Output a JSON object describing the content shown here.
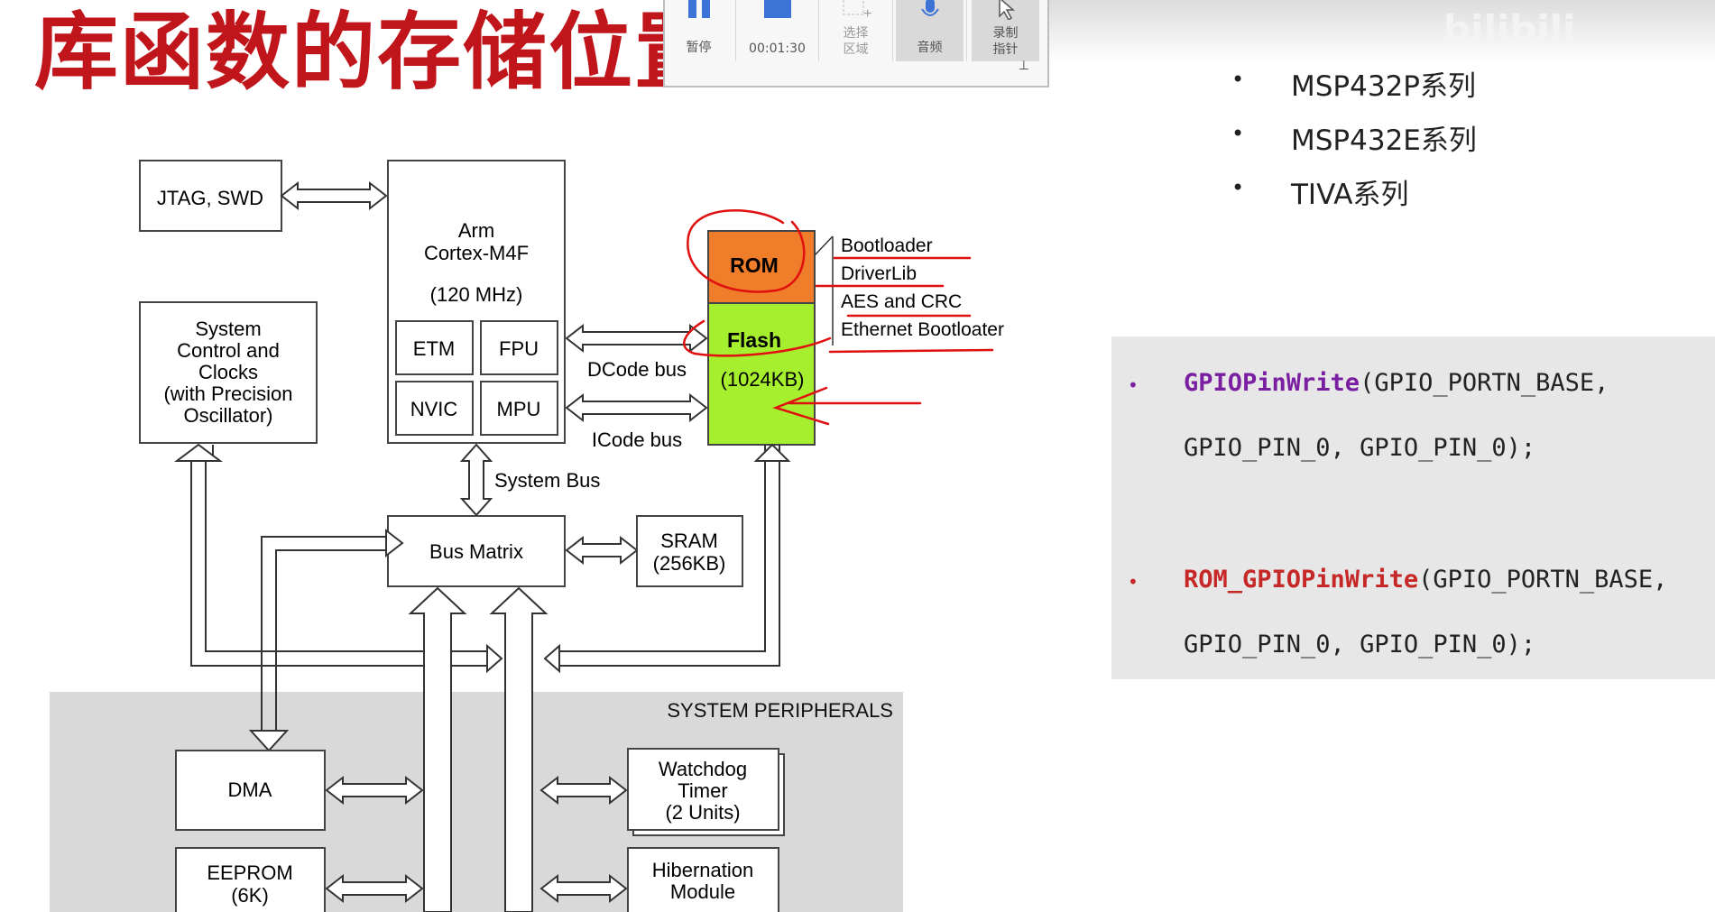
{
  "slide": {
    "title": "库函数的存储位置",
    "watermark": "bilibili",
    "bullets": [
      "MSP432P系列",
      "MSP432E系列",
      "TIVA系列"
    ]
  },
  "toolbar": {
    "pause_label": "暂停",
    "time": "00:01:30",
    "select_area_label_1": "选择",
    "select_area_label_2": "区域",
    "audio_label": "音频",
    "pointer_label_1": "录制",
    "pointer_label_2": "指针"
  },
  "code": {
    "line1_fn": "GPIOPinWrite",
    "line1_rest": "(GPIO_PORTN_BASE,",
    "line2": "GPIO_PIN_0, GPIO_PIN_0);",
    "line3_fn": "ROM_GPIOPinWrite",
    "line3_rest": "(GPIO_PORTN_BASE,",
    "line4": "GPIO_PIN_0, GPIO_PIN_0);"
  },
  "diagram": {
    "jtag": "JTAG, SWD",
    "cpu_line1": "Arm",
    "cpu_line2": "Cortex-M4F",
    "cpu_line3": "(120 MHz)",
    "etm": "ETM",
    "fpu": "FPU",
    "nvic": "NVIC",
    "mpu": "MPU",
    "sysctl_1": "System",
    "sysctl_2": "Control and",
    "sysctl_3": "Clocks",
    "sysctl_4": "(with Precision",
    "sysctl_5": "Oscillator)",
    "rom": "ROM",
    "flash": "Flash",
    "flash_size": "(1024KB)",
    "dcode": "DCode bus",
    "icode": "ICode bus",
    "system_bus": "System Bus",
    "bus_matrix": "Bus Matrix",
    "sram_1": "SRAM",
    "sram_2": "(256KB)",
    "rom_contents": [
      "Bootloader",
      "DriverLib",
      "AES and CRC",
      "Ethernet Bootloater"
    ],
    "peripherals_title": "SYSTEM PERIPHERALS",
    "dma": "DMA",
    "eeprom_1": "EEPROM",
    "eeprom_2": "(6K)",
    "watchdog_1": "Watchdog",
    "watchdog_2": "Timer",
    "watchdog_3": "(2 Units)",
    "hib_1": "Hibernation",
    "hib_2": "Module"
  },
  "colors": {
    "title_red": "#c0151b",
    "rom_orange": "#f07d2a",
    "flash_green": "#a6ef2e",
    "annotation_red": "#e01010",
    "peripheral_gray": "#d9d9d9",
    "code_bg": "#e7e7e7",
    "code_fn1": "#7a1fa2",
    "code_fn2": "#c62828"
  }
}
